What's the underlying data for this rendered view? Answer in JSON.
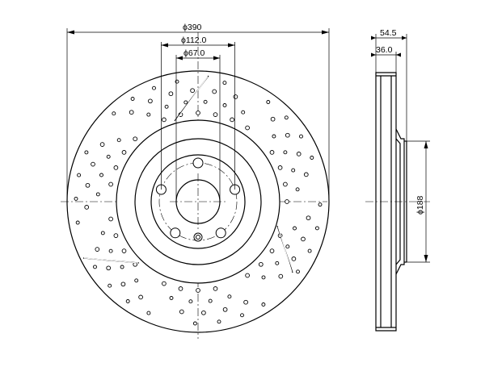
{
  "drawing": {
    "dimensions": {
      "outer_diameter": "ϕ390",
      "pcd": "ϕ112.0",
      "center_bore": "ϕ67.0",
      "total_thickness": "54.5",
      "disc_thickness": "36.0",
      "hat_diameter": "ϕ188"
    }
  }
}
